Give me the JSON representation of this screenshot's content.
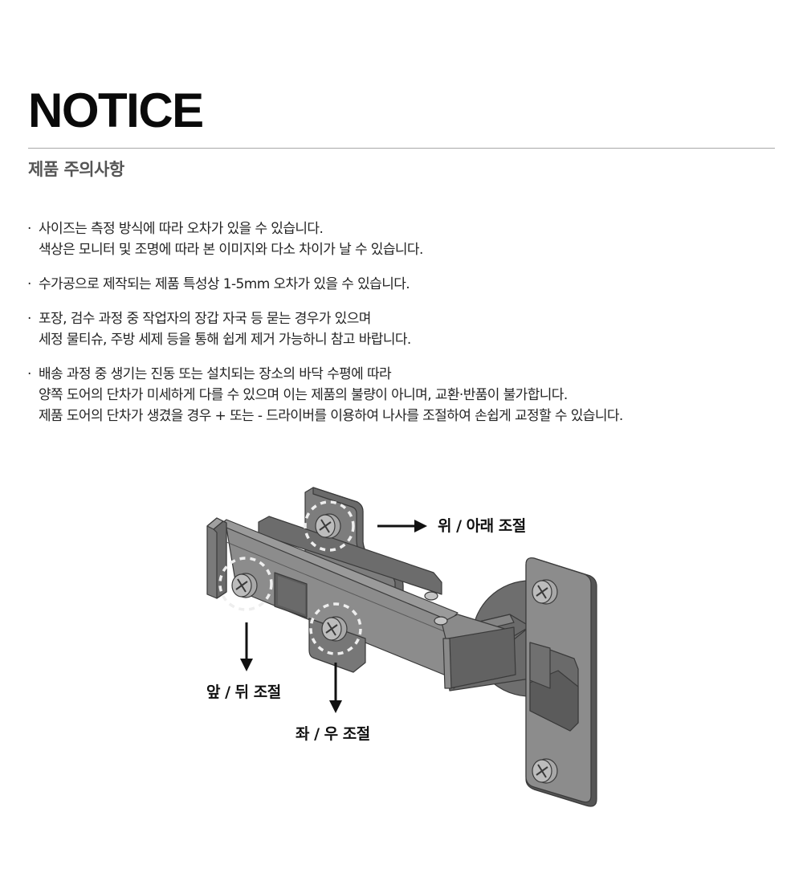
{
  "header": {
    "title": "NOTICE",
    "subtitle": "제품 주의사항"
  },
  "notices": [
    {
      "bullet": "·",
      "lines": [
        "사이즈는 측정 방식에 따라 오차가 있을 수 있습니다.",
        "색상은 모니터 및 조명에 따라 본 이미지와 다소 차이가 날 수 있습니다."
      ]
    },
    {
      "bullet": "·",
      "lines": [
        "수가공으로 제작되는 제품 특성상 1-5mm 오차가 있을 수 있습니다."
      ]
    },
    {
      "bullet": "·",
      "lines": [
        "포장, 검수 과정 중 작업자의 장갑 자국 등 묻는 경우가 있으며",
        "세정 물티슈, 주방 세제 등을 통해 쉽게 제거 가능하니 참고 바랍니다."
      ]
    },
    {
      "bullet": "·",
      "lines": [
        "배송 과정 중 생기는 진동 또는 설치되는 장소의 바닥 수평에 따라",
        "양쪽 도어의 단차가 미세하게 다를 수 있으며 이는 제품의 불량이 아니며, 교환·반품이 불가합니다.",
        "제품 도어의 단차가 생겼을 경우 + 또는 - 드라이버를 이용하여 나사를 조절하여 손쉽게 교정할 수 있습니다."
      ]
    }
  ],
  "diagram": {
    "subject": "hinge-illustration",
    "labels": {
      "up_down": "위 / 아래 조절",
      "front_back": "앞 / 뒤 조절",
      "left_right": "좌 / 우 조절"
    },
    "colors": {
      "metal_light": "#8e8e8e",
      "metal_mid": "#7a7a7a",
      "metal_dark": "#5f5f5f",
      "screw": "#b5b5b5",
      "outline": "#3a3a3a",
      "dashed_circle": "#eeeeee",
      "arrow": "#111111"
    }
  }
}
